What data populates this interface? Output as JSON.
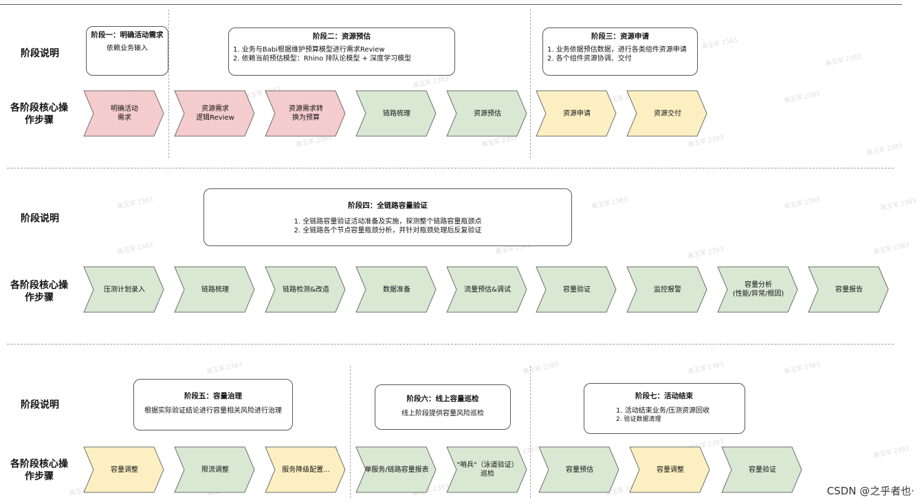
{
  "row_labels": {
    "stage_desc": "阶段说明",
    "core_steps_line1": "各阶段核心操",
    "core_steps_line2": "作步骤"
  },
  "stages": {
    "s1": {
      "title": "阶段一：明确活动需求",
      "lines": [
        "依赖业务输入"
      ]
    },
    "s2": {
      "title": "阶段二：资源预估",
      "lines": [
        "1. 业务与Babi根据维护预算模型进行需求Review",
        "2. 依赖当前预估模型：Rhino 排队论模型 + 深度学习模型"
      ]
    },
    "s3": {
      "title": "阶段三：资源申请",
      "lines": [
        "1. 业务依据预估数据，进行各类组件资源申请",
        "2. 各个组件资源协调、交付"
      ]
    },
    "s4": {
      "title": "阶段四：全链路容量验证",
      "lines": [
        "1. 全链路容量验证活动准备及实施，探测整个链路容量瓶颈点",
        "2. 全链路各个节点容量瓶颈分析，并针对瓶颈处理后反复验证"
      ]
    },
    "s5": {
      "title": "阶段五：容量治理",
      "lines": [
        "根据实际验证结论进行容量相关风险进行治理"
      ]
    },
    "s6": {
      "title": "阶段六：线上容量巡检",
      "lines": [
        "线上阶段提供容量风险巡检"
      ]
    },
    "s7": {
      "title": "阶段七：活动结束",
      "lines": [
        "1. 活动结束业务/压测资源回收",
        "2. 验证数据清理"
      ]
    }
  },
  "steps_row1": [
    {
      "label": "明确活动\n需求",
      "color": "pink"
    },
    {
      "label": "资源需求\n逻辑Review",
      "color": "pink"
    },
    {
      "label": "资源需求转\n换为预算",
      "color": "pink"
    },
    {
      "label": "链路梳理",
      "color": "green"
    },
    {
      "label": "资源预估",
      "color": "green"
    },
    {
      "label": "资源申请",
      "color": "yellow"
    },
    {
      "label": "资源交付",
      "color": "yellow"
    }
  ],
  "steps_row2": [
    {
      "label": "压测计划录入",
      "color": "green"
    },
    {
      "label": "链路梳理",
      "color": "green"
    },
    {
      "label": "链路检测&改造",
      "color": "green"
    },
    {
      "label": "数据准备",
      "color": "green"
    },
    {
      "label": "流量预估&调试",
      "color": "green"
    },
    {
      "label": "容量验证",
      "color": "green"
    },
    {
      "label": "监控报警",
      "color": "green"
    },
    {
      "label": "容量分析\n(性能/异常/根因)",
      "color": "green"
    },
    {
      "label": "容量报告",
      "color": "green"
    }
  ],
  "steps_row3": [
    {
      "label": "容量调整",
      "color": "yellow"
    },
    {
      "label": "限流调整",
      "color": "green"
    },
    {
      "label": "服务降级配置...",
      "color": "yellow"
    },
    {
      "label": "单服务/链路容量报表",
      "color": "green"
    },
    {
      "label": "\"哨兵\"（泳道验证）\n巡检",
      "color": "green"
    },
    {
      "label": "容量预估",
      "color": "green"
    },
    {
      "label": "容量调整",
      "color": "yellow"
    },
    {
      "label": "容量验证",
      "color": "green"
    }
  ],
  "colors": {
    "pink": "#f5cccd",
    "green": "#d9e8d3",
    "yellow": "#fcf0c2",
    "stroke": "#6d6d6d"
  },
  "watermark": "高玉军 2383",
  "credit": "CSDN @之乎者也·"
}
